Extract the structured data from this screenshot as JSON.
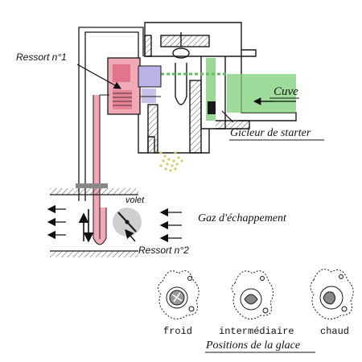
{
  "labels": {
    "ressort1": "Ressort n°1",
    "cuve": "Cuve",
    "gicleur": "Gicleur de starter",
    "volet": "volet",
    "gaz": "Gaz d'échappement",
    "ressort2": "Ressort n°2",
    "froid": "froid",
    "intermediaire": "intermédiaire",
    "chaud": "chaud",
    "positions": "Positions de la glace"
  },
  "colors": {
    "ink": "#1a1a1a",
    "pink": "#f2a9b7",
    "pinkDark": "#d9607a",
    "green": "#7fd07a",
    "lavender": "#b9b3e6",
    "yellowDots": "#d8cc6a",
    "grey": "#cfcfcf"
  }
}
